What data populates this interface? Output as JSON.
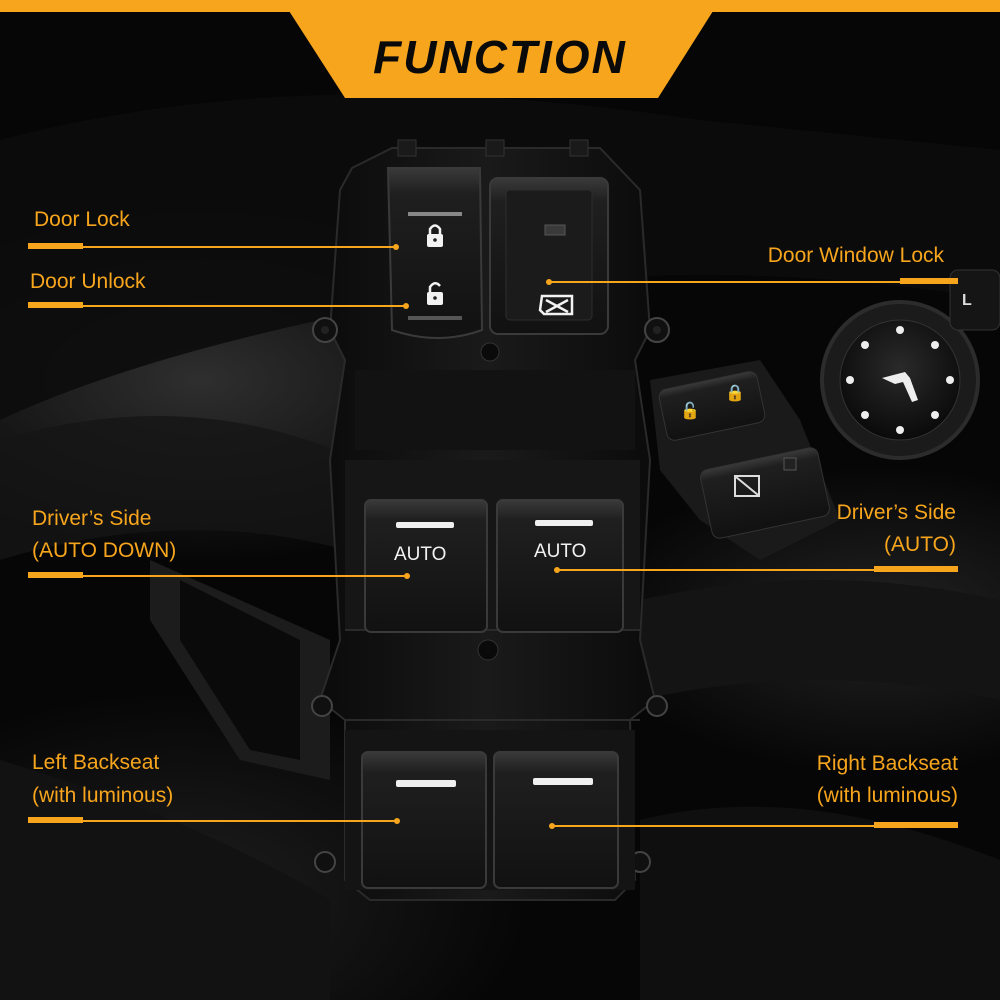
{
  "title": "FUNCTION",
  "colors": {
    "accent": "#f7a51d",
    "background": "#050505",
    "panel": "#151515"
  },
  "icons": [
    "lock-icon",
    "unlock-icon",
    "window-lock-icon",
    "mirror-adjust-icon"
  ],
  "switch_labels": {
    "front_left": "AUTO",
    "front_right": "AUTO"
  },
  "mirror_selector_letter": "L",
  "callouts": {
    "door_lock": "Door Lock",
    "door_unlock": "Door Unlock",
    "door_window_lock": "Door Window Lock",
    "driver_auto_down_line1": "Driver’s Side",
    "driver_auto_down_line2": "(AUTO DOWN)",
    "driver_auto_line1": "Driver’s Side",
    "driver_auto_line2": "(AUTO)",
    "left_backseat_line1": "Left Backseat",
    "left_backseat_line2": "(with luminous)",
    "right_backseat_line1": "Right Backseat",
    "right_backseat_line2": "(with luminous)"
  }
}
